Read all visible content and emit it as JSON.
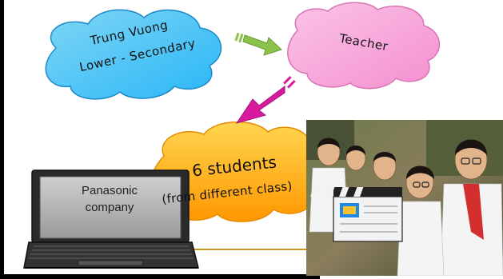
{
  "clouds": {
    "school_line1": "Trung Vuong",
    "school_line2": "Lower - Secondary",
    "teacher": "Teacher",
    "students_line1": "6 students",
    "students_line2": "(from different class)"
  },
  "laptop": {
    "line1": "Panasonic",
    "line2": "company"
  },
  "colors": {
    "cloud_blue": "#4fc3f7",
    "cloud_pink": "#f7a8d8",
    "cloud_orange": "#ffb300",
    "arrow_green": "#8bc34a",
    "arrow_magenta": "#d81b9e",
    "line_gold": "#c8961e"
  }
}
